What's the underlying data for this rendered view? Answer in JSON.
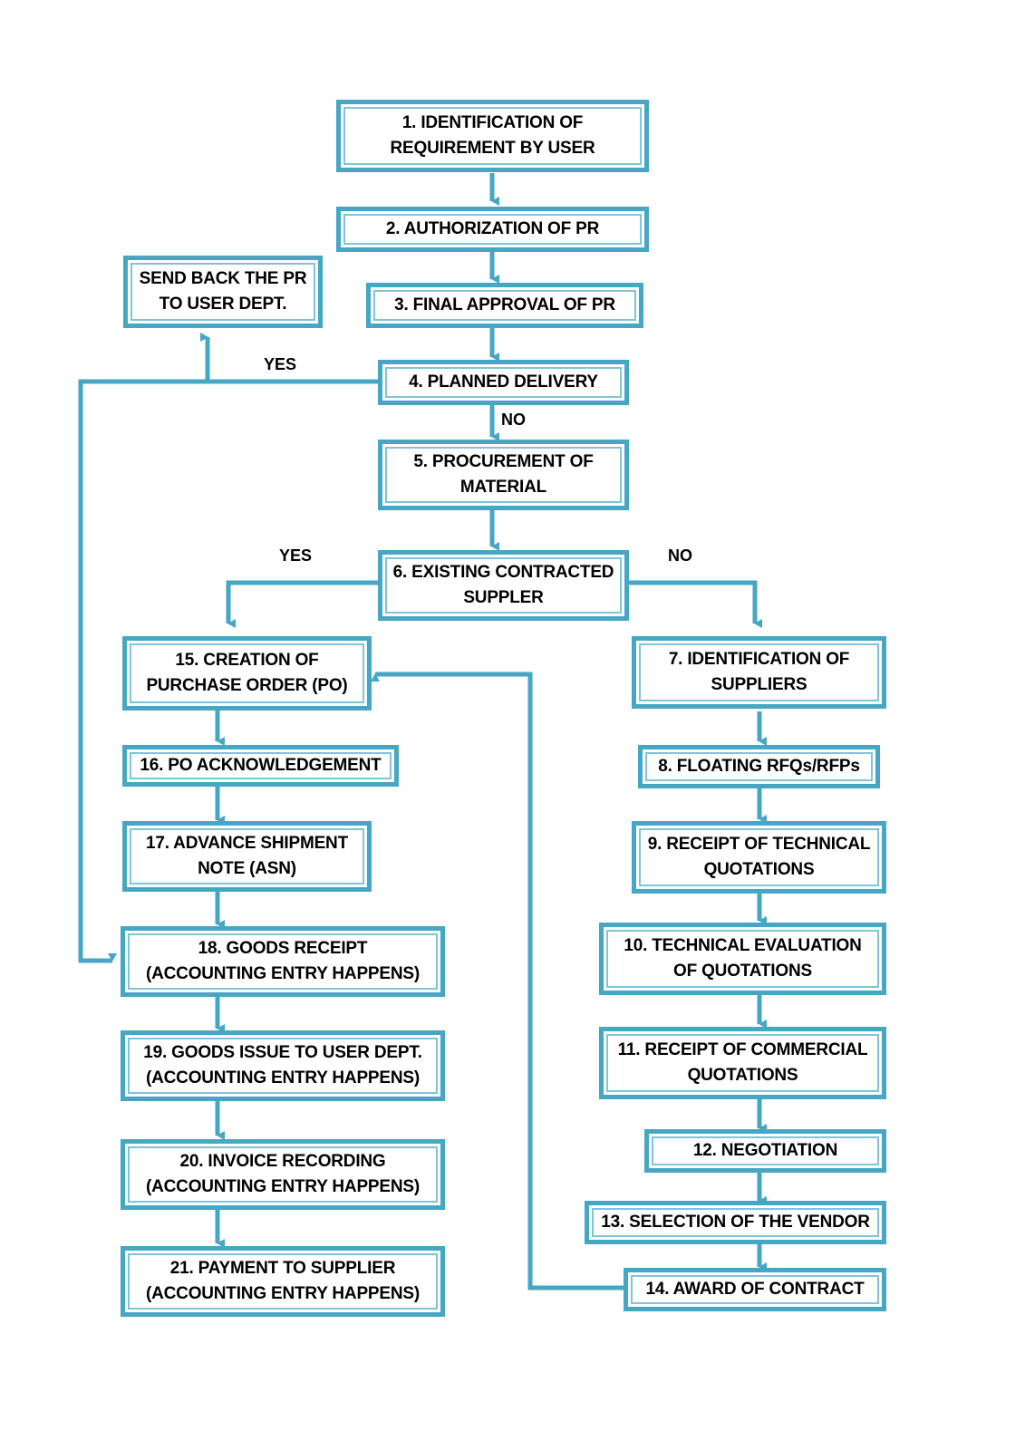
{
  "diagram": {
    "title": "Procurement Process Flowchart",
    "type": "flowchart",
    "colors": {
      "box_border": "#45A7C4",
      "box_inner_border": "#7FC4DA",
      "connector": "#45A7C4",
      "box_fill": "#FFFFFF",
      "text": "#000000",
      "canvas": "#FFFFFF"
    }
  },
  "nodes": [
    {
      "id": "n1",
      "label": "1. IDENTIFICATION OF\nREQUIREMENT BY USER"
    },
    {
      "id": "n2",
      "label": "2. AUTHORIZATION OF PR"
    },
    {
      "id": "n3",
      "label": "3. FINAL APPROVAL OF PR"
    },
    {
      "id": "n4",
      "label": "4. PLANNED DELIVERY"
    },
    {
      "id": "nsb",
      "label": "SEND BACK THE PR\nTO USER DEPT."
    },
    {
      "id": "n5",
      "label": "5. PROCUREMENT OF\nMATERIAL"
    },
    {
      "id": "n6",
      "label": "6. EXISTING CONTRACTED\nSUPPLER"
    },
    {
      "id": "n7",
      "label": "7. IDENTIFICATION OF\nSUPPLIERS"
    },
    {
      "id": "n8",
      "label": "8. FLOATING RFQs/RFPs"
    },
    {
      "id": "n9",
      "label": "9. RECEIPT OF TECHNICAL\nQUOTATIONS"
    },
    {
      "id": "n10",
      "label": "10. TECHNICAL EVALUATION\nOF QUOTATIONS"
    },
    {
      "id": "n11",
      "label": "11. RECEIPT OF COMMERCIAL\nQUOTATIONS"
    },
    {
      "id": "n12",
      "label": "12. NEGOTIATION"
    },
    {
      "id": "n13",
      "label": "13. SELECTION OF THE VENDOR"
    },
    {
      "id": "n14",
      "label": "14. AWARD OF CONTRACT"
    },
    {
      "id": "n15",
      "label": "15. CREATION OF\nPURCHASE ORDER (PO)"
    },
    {
      "id": "n16",
      "label": "16. PO ACKNOWLEDGEMENT"
    },
    {
      "id": "n17",
      "label": "17. ADVANCE SHIPMENT\nNOTE (ASN)"
    },
    {
      "id": "n18",
      "label": "18. GOODS RECEIPT\n(ACCOUNTING ENTRY HAPPENS)"
    },
    {
      "id": "n19",
      "label": "19. GOODS ISSUE TO USER DEPT.\n(ACCOUNTING ENTRY HAPPENS)"
    },
    {
      "id": "n20",
      "label": "20. INVOICE RECORDING\n(ACCOUNTING ENTRY HAPPENS)"
    },
    {
      "id": "n21",
      "label": "21. PAYMENT TO SUPPLIER\n(ACCOUNTING ENTRY HAPPENS)"
    }
  ],
  "edge_labels": [
    {
      "id": "e_yes_4",
      "text": "YES"
    },
    {
      "id": "e_no_4",
      "text": "NO"
    },
    {
      "id": "e_yes_6",
      "text": "YES"
    },
    {
      "id": "e_no_6",
      "text": "NO"
    }
  ],
  "edges": [
    {
      "from": "n1",
      "to": "n2",
      "label": ""
    },
    {
      "from": "n2",
      "to": "n3",
      "label": ""
    },
    {
      "from": "n3",
      "to": "n4",
      "label": ""
    },
    {
      "from": "n4",
      "to": "nsb",
      "label": "YES"
    },
    {
      "from": "n4",
      "to": "n5",
      "label": "NO"
    },
    {
      "from": "n4",
      "to": "n18",
      "label": "YES"
    },
    {
      "from": "n5",
      "to": "n6",
      "label": ""
    },
    {
      "from": "n6",
      "to": "n15",
      "label": "YES"
    },
    {
      "from": "n6",
      "to": "n7",
      "label": "NO"
    },
    {
      "from": "n7",
      "to": "n8",
      "label": ""
    },
    {
      "from": "n8",
      "to": "n9",
      "label": ""
    },
    {
      "from": "n9",
      "to": "n10",
      "label": ""
    },
    {
      "from": "n10",
      "to": "n11",
      "label": ""
    },
    {
      "from": "n11",
      "to": "n12",
      "label": ""
    },
    {
      "from": "n12",
      "to": "n13",
      "label": ""
    },
    {
      "from": "n13",
      "to": "n14",
      "label": ""
    },
    {
      "from": "n14",
      "to": "n15",
      "label": ""
    },
    {
      "from": "n15",
      "to": "n16",
      "label": ""
    },
    {
      "from": "n16",
      "to": "n17",
      "label": ""
    },
    {
      "from": "n17",
      "to": "n18",
      "label": ""
    },
    {
      "from": "n18",
      "to": "n19",
      "label": ""
    },
    {
      "from": "n19",
      "to": "n20",
      "label": ""
    },
    {
      "from": "n20",
      "to": "n21",
      "label": ""
    }
  ]
}
